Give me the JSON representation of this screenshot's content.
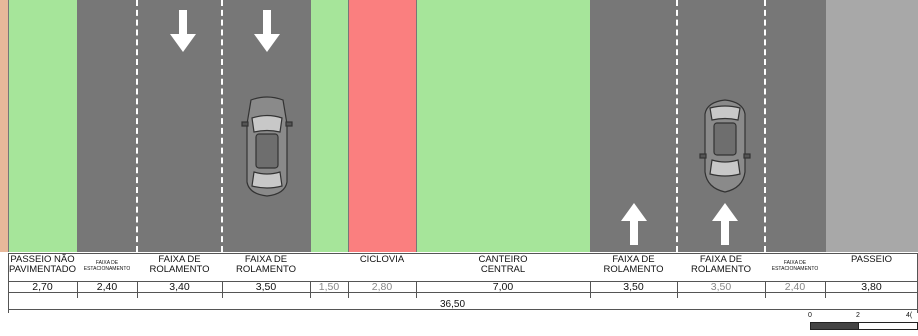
{
  "sections": [
    {
      "id": "passeio-nao-pavimentado",
      "label": "PASSEIO NÃO\nPAVIMENTADO",
      "width": "2,70",
      "color": "#a6e59a",
      "small": false,
      "grey": false
    },
    {
      "id": "faixa-estacionamento-1",
      "label": "FAIXA DE\nESTACIONAMENTO",
      "width": "2,40",
      "color": "#777777",
      "small": true,
      "grey": false
    },
    {
      "id": "faixa-rolamento-1",
      "label": "FAIXA DE\nROLAMENTO",
      "width": "3,40",
      "color": "#777777",
      "small": false,
      "grey": false
    },
    {
      "id": "faixa-rolamento-2",
      "label": "FAIXA DE\nROLAMENTO",
      "width": "3,50",
      "color": "#777777",
      "small": false,
      "grey": false
    },
    {
      "id": "canteiro-lateral",
      "label": "",
      "width": "1,50",
      "color": "#a6e59a",
      "small": false,
      "grey": true
    },
    {
      "id": "ciclovia",
      "label": "CICLOVIA",
      "width": "2,80",
      "color": "#fa7f7f",
      "small": false,
      "grey": true
    },
    {
      "id": "canteiro-central",
      "label": "CANTEIRO\nCENTRAL",
      "width": "7,00",
      "color": "#a6e59a",
      "small": false,
      "grey": false
    },
    {
      "id": "faixa-rolamento-3",
      "label": "FAIXA DE\nROLAMENTO",
      "width": "3,50",
      "color": "#777777",
      "small": false,
      "grey": false
    },
    {
      "id": "faixa-rolamento-4",
      "label": "FAIXA DE\nROLAMENTO",
      "width": "3,50",
      "color": "#777777",
      "small": false,
      "grey": true
    },
    {
      "id": "faixa-estacionamento-2",
      "label": "FAIXA DE\nESTACIONAMENTO",
      "width": "2,40",
      "color": "#777777",
      "small": true,
      "grey": true
    },
    {
      "id": "passeio",
      "label": "PASSEIO",
      "width": "3,80",
      "color": "#a8a8a8",
      "small": false,
      "grey": false
    }
  ],
  "total_width": "36,50",
  "scale": {
    "labels": [
      "0",
      "2",
      "4"
    ],
    "cut_label": "4("
  },
  "colors": {
    "grass": "#a6e59a",
    "asphalt": "#777777",
    "bike": "#fa7f7f",
    "sidewalk": "#a8a8a8",
    "border": "#e8b89a"
  },
  "icons": [
    "arrow-down-icon",
    "arrow-up-icon",
    "car-icon"
  ]
}
